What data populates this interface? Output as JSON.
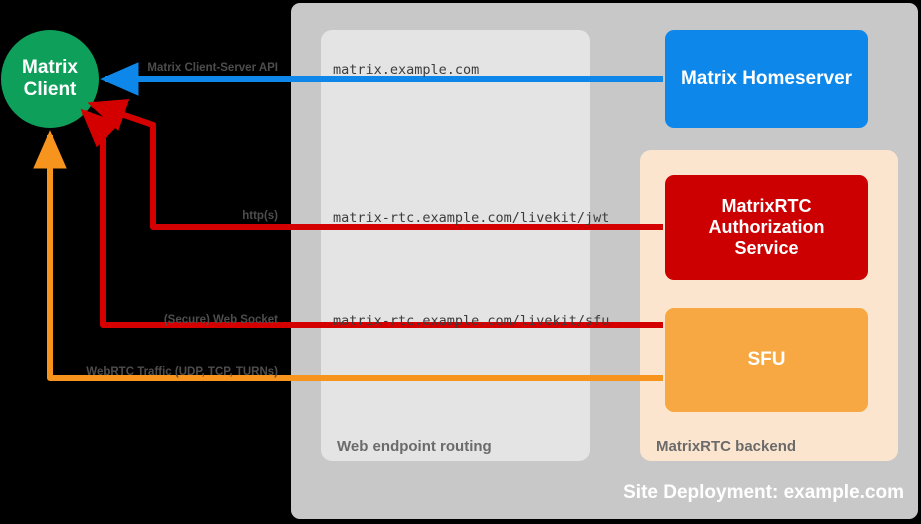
{
  "diagram": {
    "site_caption": "Site Deployment: example.com",
    "containers": [
      {
        "id": "site",
        "caption": "Site Deployment: example.com",
        "color": "#c8c8c8"
      },
      {
        "id": "web-endpoint-routing",
        "caption": "Web endpoint routing",
        "color": "#e4e4e4"
      },
      {
        "id": "matrixrtc-backend",
        "caption": "MatrixRTC backend",
        "color": "#fce5cf"
      }
    ],
    "nodes": [
      {
        "id": "matrix-client",
        "label": "Matrix\nClient",
        "line1": "Matrix",
        "line2": "Client",
        "shape": "circle",
        "color": "#0ea05a"
      },
      {
        "id": "matrix-homeserver",
        "label": "Matrix Homeserver",
        "shape": "box",
        "color": "#0d87e9"
      },
      {
        "id": "matrixrtc-authorization-service",
        "label": "MatrixRTC\nAuthorization\nService",
        "line1": "MatrixRTC",
        "line2": "Authorization",
        "line3": "Service",
        "shape": "box",
        "color": "#cc0000"
      },
      {
        "id": "sfu",
        "label": "SFU",
        "shape": "box",
        "color": "#f7a842"
      }
    ],
    "edges": [
      {
        "id": "matrix-client-server-api",
        "label": "Matrix Client-Server API",
        "endpoint": "matrix.example.com",
        "color": "#0d87e9"
      },
      {
        "id": "jwt-http",
        "label": "http(s)",
        "endpoint": "matrix-rtc.example.com/livekit/jwt",
        "color": "#d40000"
      },
      {
        "id": "sfu-websocket",
        "label": "(Secure) Web Socket",
        "endpoint": "matrix-rtc.example.com/livekit/sfu",
        "color": "#d40000"
      },
      {
        "id": "webrtc-traffic",
        "label": "WebRTC Traffic (UDP, TCP, TURNs)",
        "endpoint": "",
        "color": "#f7941e"
      }
    ]
  }
}
